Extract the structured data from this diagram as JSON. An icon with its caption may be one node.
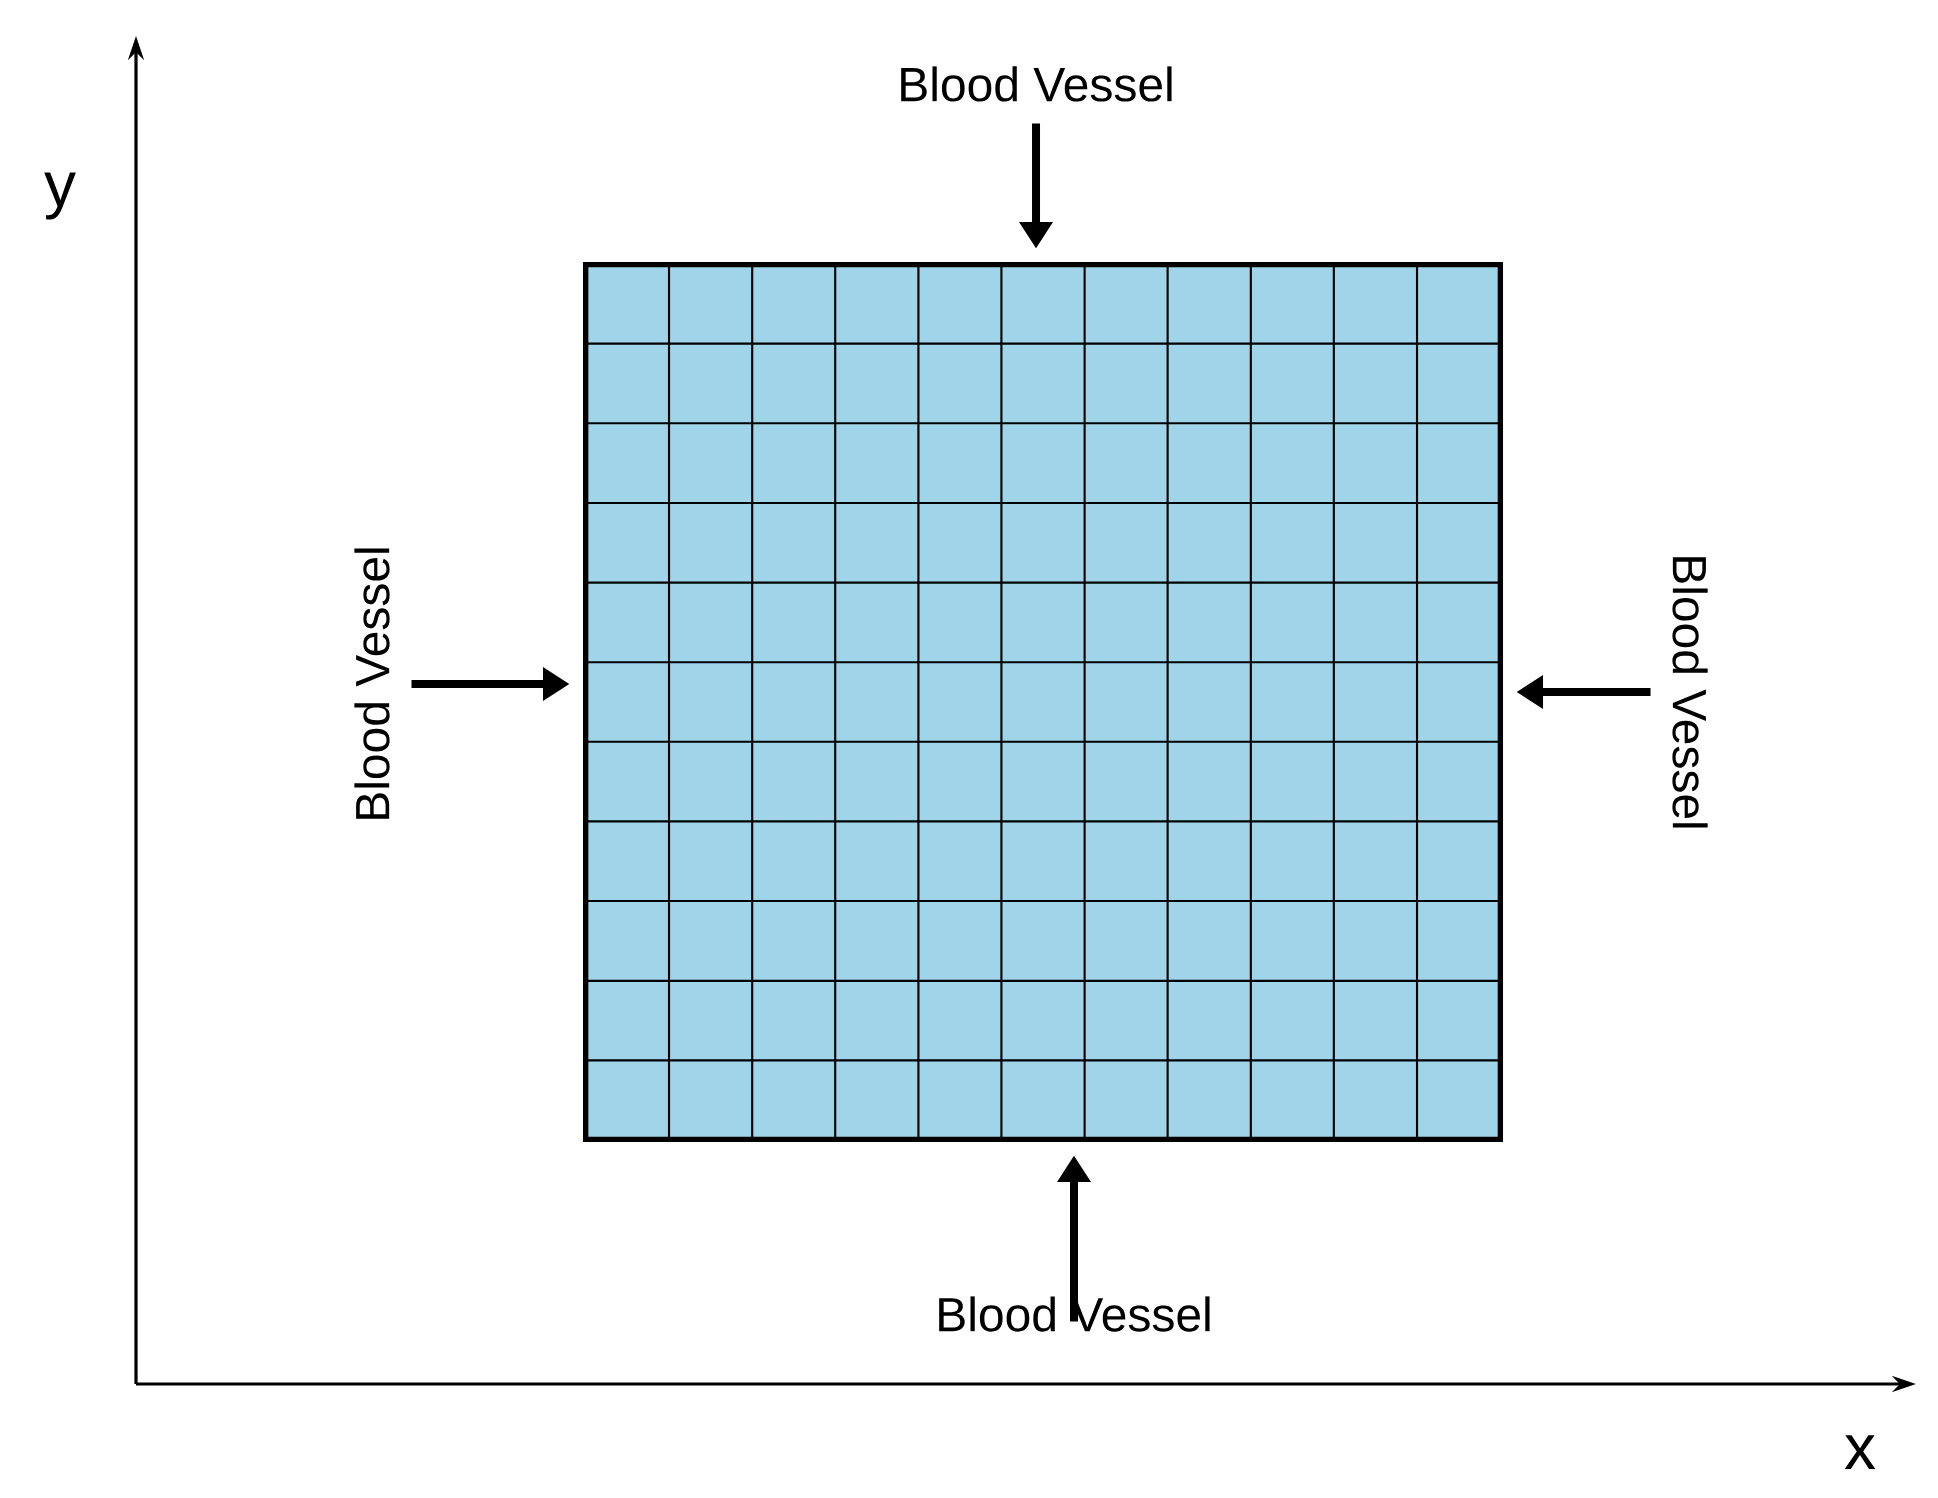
{
  "diagram": {
    "nodes": [
      {
        "text": [
          "Blood Vessel"
        ]
      },
      {
        "text": [
          "Blood Vessel"
        ]
      },
      {
        "text": [],
        "shape": "box"
      },
      {
        "text": [
          "Blood Vessel"
        ]
      },
      {
        "text": [
          "Blood Vessel"
        ]
      }
    ],
    "edges": [
      {
        "from": 0,
        "to": 2,
        "arrow": "to"
      },
      {
        "from": 1,
        "to": 2,
        "arrow": "to"
      },
      {
        "from": 3,
        "to": 2,
        "arrow": "to"
      },
      {
        "from": 4,
        "to": 2,
        "arrow": "to"
      }
    ],
    "labels": [
      "y",
      "x"
    ]
  }
}
